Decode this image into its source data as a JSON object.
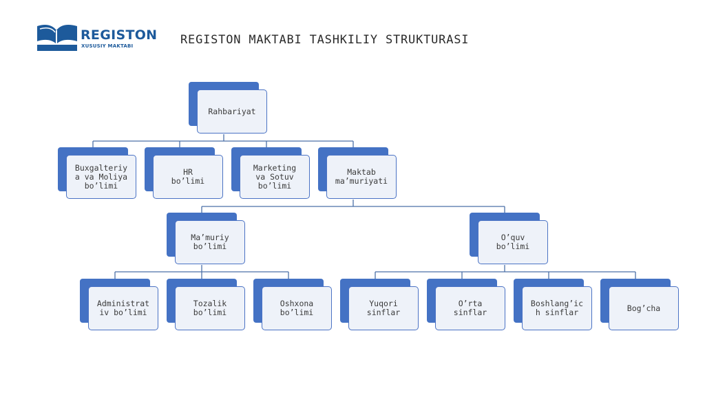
{
  "logo": {
    "name": "REGISTON",
    "subtitle": "XUSUSIY MAKTABI"
  },
  "title": "REGISTON MAKTABI TASHKILIY STRUKTURASI",
  "colors": {
    "node_back": "#4472c4",
    "node_front": "#eef2f9",
    "connector": "#4a6fa8",
    "brand": "#1d5a9b"
  },
  "nodes": {
    "rahbariyat": "Rahbariyat",
    "buxgalteriya": "Buxgalteriy\na va Moliya\nbo’limi",
    "hr": "HR\nbo’limi",
    "marketing": "Marketing\nva Sotuv\nbo’limi",
    "maktab": "Maktab\nma’muriyati",
    "mamuriy": "Ma’muriy\nbo’limi",
    "oquv": "O’quv\nbo’limi",
    "administrativ": "Administrat\niv bo’limi",
    "tozalik": "Tozalik\nbo’limi",
    "oshxona": "Oshxona\nbo’limi",
    "yuqori": "Yuqori\nsinflar",
    "orta": "O’rta\nsinflar",
    "boshlangich": "Boshlang’ic\nh sinflar",
    "bogcha": "Bog’cha"
  }
}
